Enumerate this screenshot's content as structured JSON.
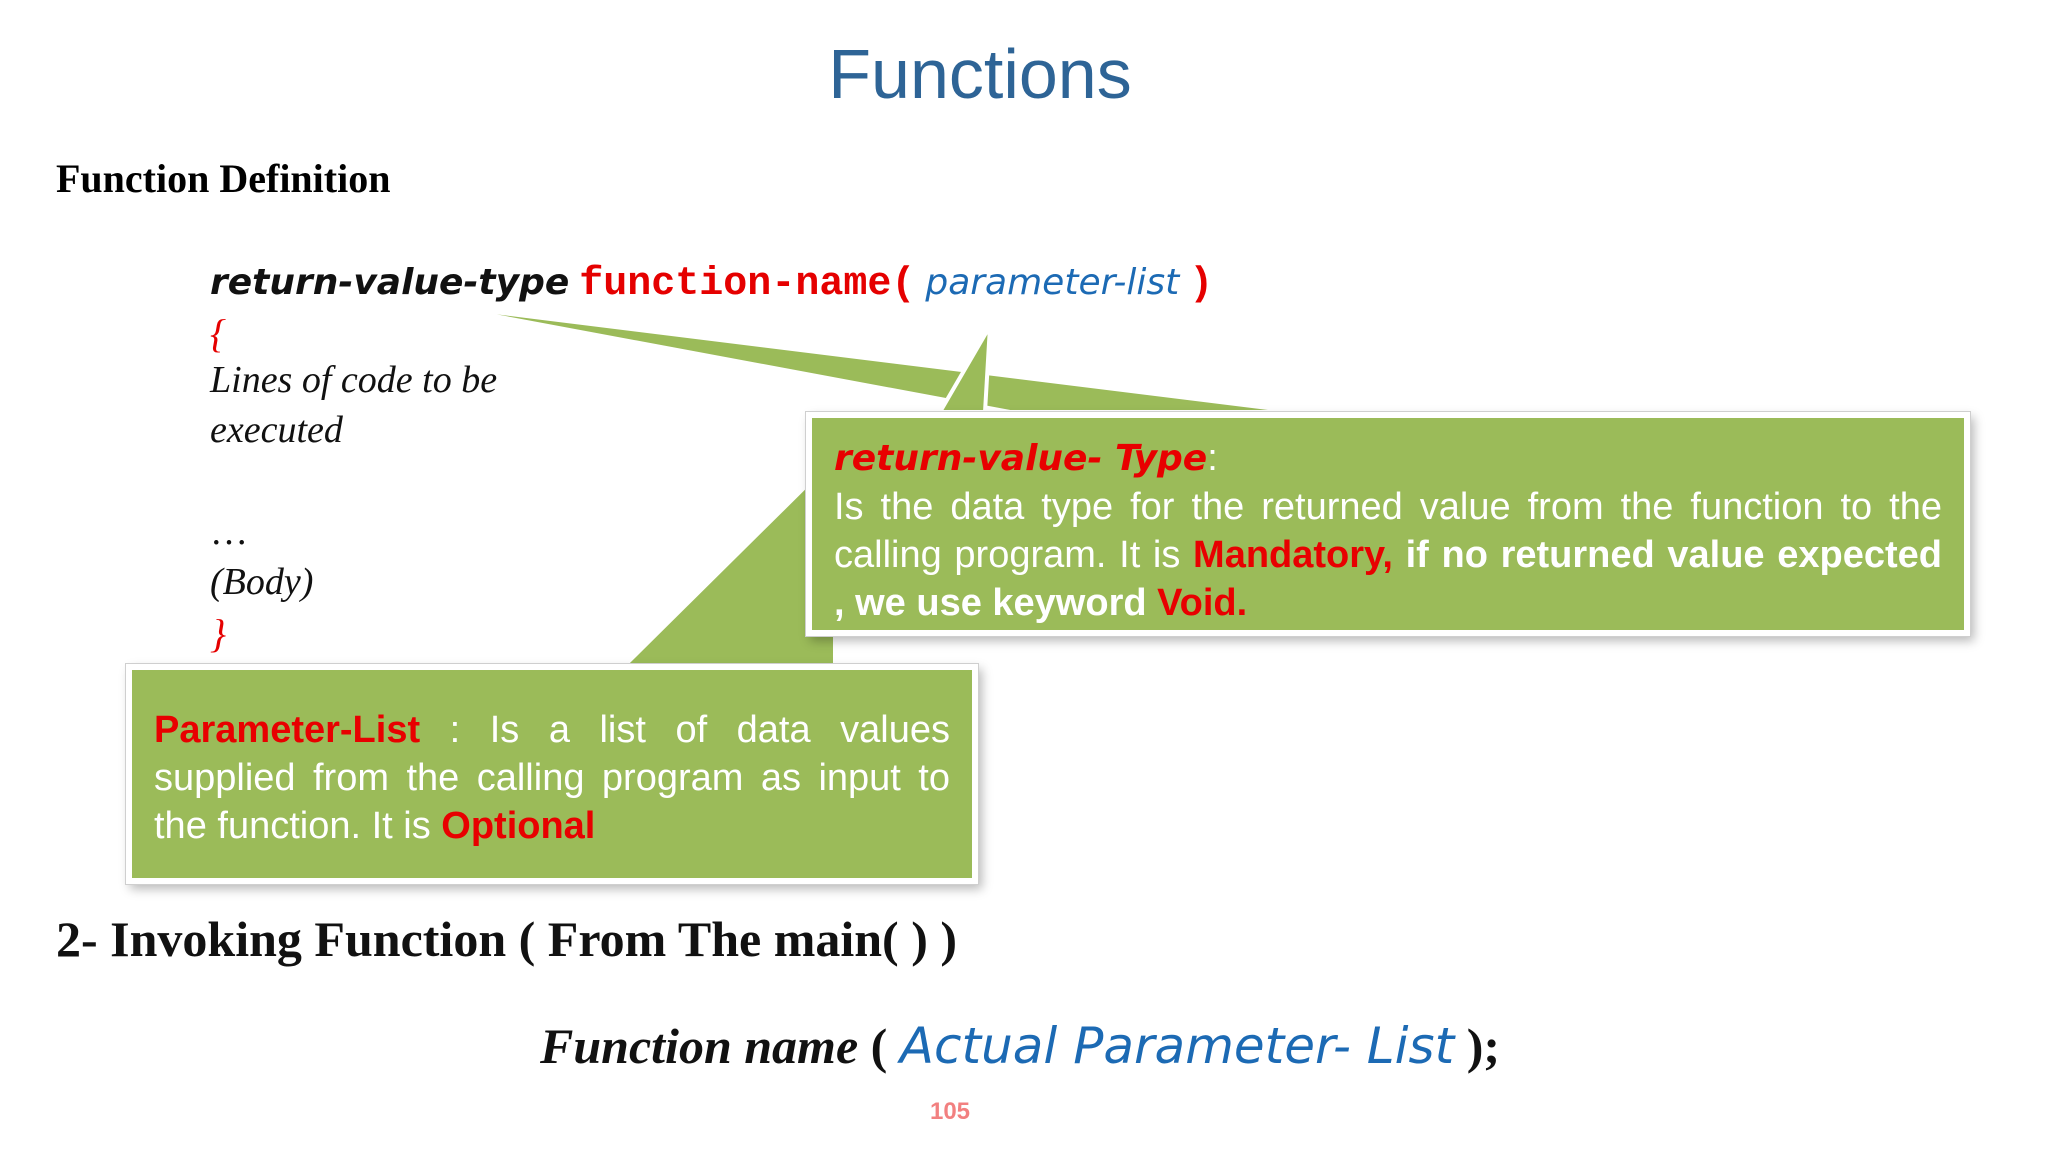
{
  "slide": {
    "title": "Functions",
    "page_number": "105"
  },
  "definition": {
    "heading": "Function Definition",
    "syntax": {
      "return_type": "return-value-type",
      "function_name": "function-name(",
      "parameter_list": "parameter-list",
      "close_paren": ")"
    },
    "body": {
      "open_brace": "{",
      "line1": "Lines of code to be",
      "line2": "executed",
      "ellipsis": "…",
      "body_label": "(Body)",
      "close_brace": "}"
    }
  },
  "callouts": {
    "return_type": {
      "term": "return-value- Type",
      "colon": ":",
      "text": "Is the data type for the returned value from the function to the calling program. It is ",
      "mandatory": "Mandatory,",
      "condition": " if no returned value expected , we use keyword ",
      "keyword": "Void."
    },
    "parameter_list": {
      "term": "Parameter-List",
      "text": " : Is a list of data values supplied from the calling program as input to the function. It is ",
      "optional": "Optional"
    }
  },
  "invoking": {
    "heading": "2- Invoking Function ( From The main( )  )",
    "function_name": "Function name",
    "open_paren": " ( ",
    "actual_parameter_list": "Actual Parameter- List",
    "close": " );"
  },
  "colors": {
    "title_blue": "#2E6496",
    "callout_green": "#9BBB59",
    "accent_red": "#E50000",
    "param_blue": "#1C6AB4",
    "page_number_pink": "#F28080"
  }
}
